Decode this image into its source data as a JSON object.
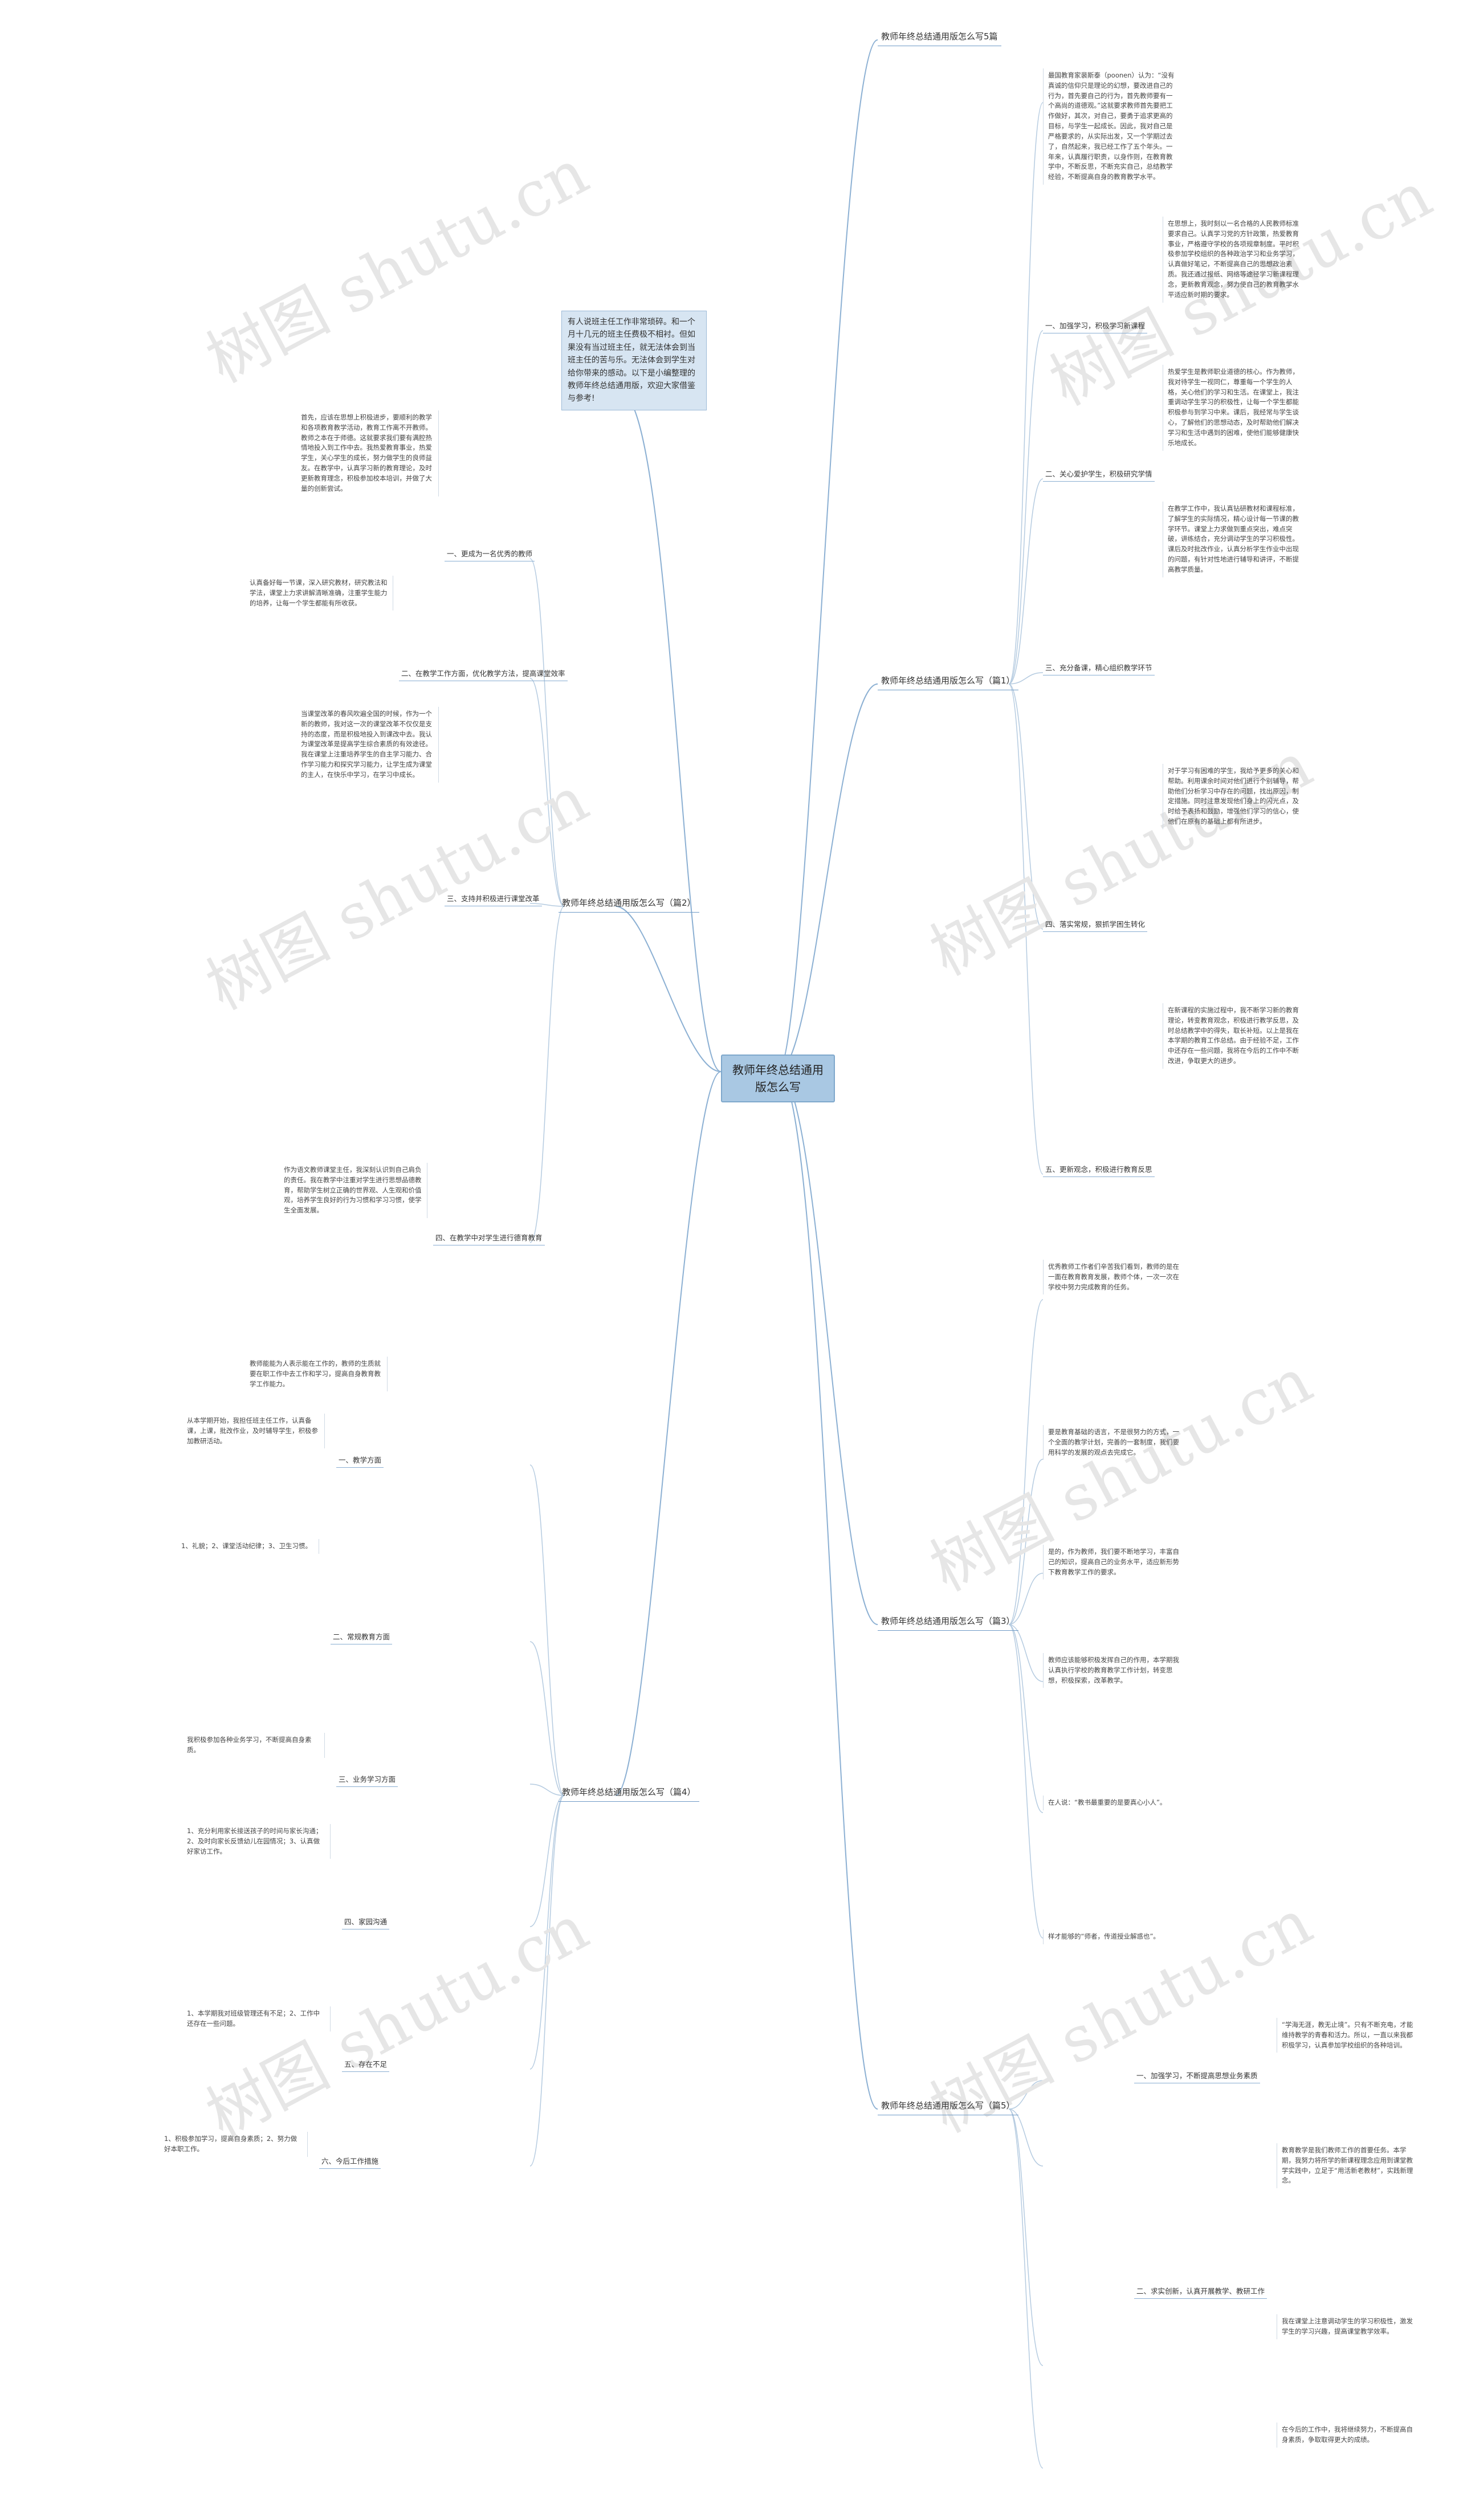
{
  "root": {
    "title": "教师年终总结通用版怎么写"
  },
  "intro": "有人说班主任工作非常琐碎。和一个月十几元的班主任费极不相衬。但如果没有当过班主任，就无法体会到当班主任的苦与乐。无法体会到学生对给你带来的感动。以下是小编整理的教师年终总结通用版，欢迎大家借鉴与参考!",
  "watermark": "树图 shutu.cn",
  "branches": [
    {
      "title": "教师年终总结通用版怎么写5篇"
    },
    {
      "title": "教师年终总结通用版怎么写（篇1）",
      "intro_text": "最国教育家裴斯泰（poonen）认为：“没有真诚的信仰只是理论的幻想，要改进自己的行为，首先要自己的行为，首先教师要有一个高尚的道德观。”这就要求教师首先要把工作做好，其次，对自己，要勇于追求更高的目标，与学生一起成长。因此，我对自己是严格要求的，从实际出发，又一个学期过去了，自然起来，我已经工作了五个年头。一年来，认真履行职责，以身作则，在教育教学中，不断反思，不断充实自己，总结教学经验，不断提高自身的教育教学水平。",
      "subs": [
        {
          "label": "一、加强学习，积极学习新课程",
          "text": "在思想上，我时刻以一名合格的人民教师标准要求自己。认真学习党的方针政策，热爱教育事业，严格遵守学校的各项规章制度。平时积极参加学校组织的各种政治学习和业务学习，认真做好笔记，不断提高自己的思想政治素质。我还通过报纸、网络等途径学习新课程理念，更新教育观念，努力使自己的教育教学水平适应新时期的要求。"
        },
        {
          "label": "二、关心爱护学生，积极研究学情",
          "text": "热爱学生是教师职业道德的核心。作为教师，我对待学生一视同仁，尊重每一个学生的人格，关心他们的学习和生活。在课堂上，我注重调动学生学习的积极性，让每一个学生都能积极参与到学习中来。课后，我经常与学生谈心，了解他们的思想动态，及时帮助他们解决学习和生活中遇到的困难，使他们能够健康快乐地成长。"
        },
        {
          "label": "三、充分备课，精心组织教学环节",
          "text": "在教学工作中，我认真钻研教材和课程标准，了解学生的实际情况，精心设计每一节课的教学环节。课堂上力求做到重点突出，难点突破，讲练结合，充分调动学生的学习积极性。课后及时批改作业，认真分析学生作业中出现的问题，有针对性地进行辅导和讲评，不断提高教学质量。"
        },
        {
          "label": "四、落实常规，狠抓学困生转化",
          "text": "对于学习有困难的学生，我给予更多的关心和帮助。利用课余时间对他们进行个别辅导，帮助他们分析学习中存在的问题，找出原因，制定措施。同时注意发现他们身上的闪光点，及时给予表扬和鼓励，增强他们学习的信心，使他们在原有的基础上都有所进步。"
        },
        {
          "label": "五、更新观念，积极进行教育反思",
          "text": "在新课程的实施过程中，我不断学习新的教育理论，转变教育观念，积极进行教学反思，及时总结教学中的得失，取长补短。以上是我在本学期的教育工作总结。由于经验不足，工作中还存在一些问题，我将在今后的工作中不断改进，争取更大的进步。"
        }
      ]
    },
    {
      "title": "教师年终总结通用版怎么写（篇2）",
      "subs": [
        {
          "label": "一、更成为一名优秀的教师",
          "text": "首先，应该在思想上积极进步，要顺利的教学和各项教育教学活动，教育工作离不开教师。教师之本在于师德。这就要求我们要有满腔热情地投入到工作中去。我热爱教育事业，热爱学生，关心学生的成长，努力做学生的良师益友。在教学中，认真学习新的教育理论，及时更新教育理念，积极参加校本培训，并做了大量的创新尝试。"
        },
        {
          "label": "二、在教学工作方面，优化教学方法，提高课堂效率",
          "text": "认真备好每一节课，深入研究教材，研究教法和学法，课堂上力求讲解清晰准确，注重学生能力的培养，让每一个学生都能有所收获。"
        },
        {
          "label": "三、支持并积极进行课堂改革",
          "text": "当课堂改革的春风吹遍全国的时候，作为一个新的教师，我对这一次的课堂改革不仅仅是支持的态度，而是积极地投入到课改中去。我认为课堂改革是提高学生综合素质的有效途径。我在课堂上注重培养学生的自主学习能力、合作学习能力和探究学习能力，让学生成为课堂的主人，在快乐中学习，在学习中成长。"
        },
        {
          "label": "四、在教学中对学生进行德育教育",
          "text": "作为语文教师课堂主任，我深刻认识到自己肩负的责任。我在教学中注重对学生进行思想品德教育，帮助学生树立正确的世界观、人生观和价值观，培养学生良好的行为习惯和学习习惯，使学生全面发展。"
        }
      ]
    },
    {
      "title": "教师年终总结通用版怎么写（篇3）",
      "subs": [
        {
          "label": "",
          "text": "优秀教师工作者们辛苦我们看到，教师的是在一面在教育教育发展，教师个体，一次一次在学校中努力完成教育的任务。"
        },
        {
          "label": "",
          "text": "要是教育基础的语言，不是很努力的方式，一个全面的教学计划，完善的一套制度，我们要用科学的发展的观点去完成它。"
        },
        {
          "label": "",
          "text": "是的，作为教师，我们要不断地学习，丰富自己的知识，提高自己的业务水平，适应新形势下教育教学工作的要求。"
        },
        {
          "label": "",
          "text": "教师应该能够积极发挥自己的作用，本学期我认真执行学校的教育教学工作计划，转变思想，积极探索，改革教学。"
        },
        {
          "label": "",
          "text": "在人说：“教书最重要的是要真心小人”。"
        },
        {
          "label": "",
          "text": "样才能够的“师者，传道授业解惑也”。"
        }
      ]
    },
    {
      "title": "教师年终总结通用版怎么写（篇4）",
      "intro_text": "教师能能为人表示能在工作的，教师的生质就要在职工作中去工作和学习，提高自身教育教学工作能力。",
      "subs": [
        {
          "label": "一、教学方面",
          "text": "从本学期开始，我担任班主任工作，认真备课，上课，批改作业，及时辅导学生，积极参加教研活动。"
        },
        {
          "label": "二、常规教育方面",
          "text": "1、礼貌；2、课堂活动纪律；3、卫生习惯。"
        },
        {
          "label": "三、业务学习方面",
          "text": "我积极参加各种业务学习，不断提高自身素质。"
        },
        {
          "label": "四、家园沟通",
          "text": "1、充分利用家长接送孩子的时间与家长沟通；2、及时向家长反馈幼儿在园情况；3、认真做好家访工作。"
        },
        {
          "label": "五、存在不足",
          "text": "1、本学期我对班级管理还有不足；2、工作中还存在一些问题。"
        },
        {
          "label": "六、今后工作措施",
          "text": "1、积极参加学习，提高自身素质；2、努力做好本职工作。"
        }
      ]
    },
    {
      "title": "教师年终总结通用版怎么写（篇5）",
      "subs": [
        {
          "label": "一、加强学习，不断提高思想业务素质",
          "text": "“学海无涯，教无止境”。只有不断充电，才能维持教学的青春和活力。所以，一直以来我都积极学习，认真参加学校组织的各种培训。"
        },
        {
          "label": "二、求实创新，认真开展教学、教研工作",
          "text": "教育教学是我们教师工作的首要任务。本学期，我努力将所学的新课程理念应用到课堂教学实践中，立足于“用活新老教材”，实践新理念。"
        },
        {
          "label": "",
          "text": "我在课堂上注意调动学生的学习积极性，激发学生的学习兴趣，提高课堂教学效率。"
        },
        {
          "label": "",
          "text": "在今后的工作中，我将继续努力，不断提高自身素质，争取取得更大的成绩。"
        }
      ]
    }
  ]
}
